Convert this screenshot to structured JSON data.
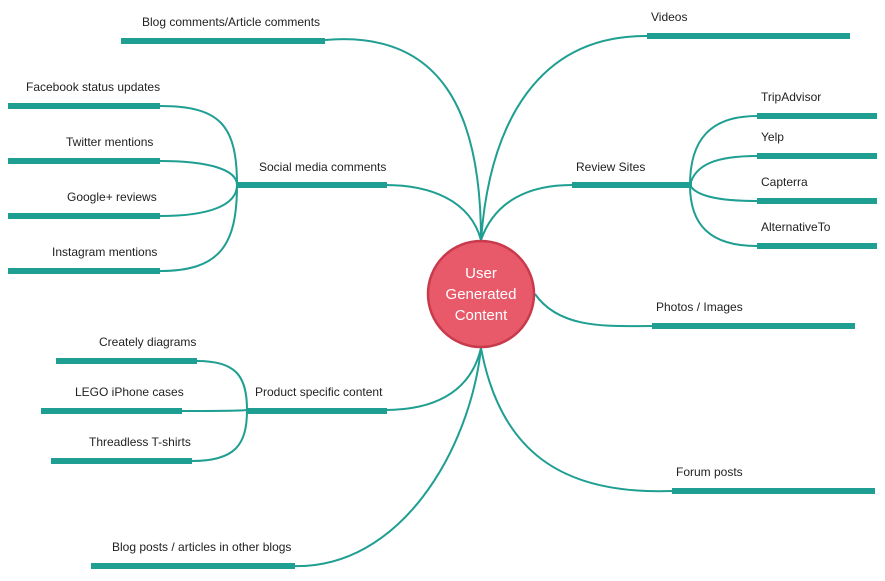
{
  "colors": {
    "branch": "#1f9e92",
    "center_fill": "#e8596a",
    "center_stroke": "#c83a4c",
    "center_text": "#ffffff",
    "label_text": "#222222"
  },
  "center": {
    "lines": [
      "User",
      "Generated",
      "Content"
    ]
  },
  "nodes": {
    "blog_comments": "Blog comments/Article comments",
    "social_media": "Social media comments",
    "facebook": "Facebook status updates",
    "twitter": "Twitter mentions",
    "google_plus": "Google+ reviews",
    "instagram": "Instagram mentions",
    "product_specific": "Product specific content",
    "creately": "Creately diagrams",
    "lego": "LEGO iPhone cases",
    "threadless": "Threadless T-shirts",
    "blog_posts": "Blog posts / articles in other blogs",
    "videos": "Videos",
    "review_sites": "Review Sites",
    "tripadvisor": "TripAdvisor",
    "yelp": "Yelp",
    "capterra": "Capterra",
    "alternativeto": "AlternativeTo",
    "photos": "Photos / Images",
    "forum": "Forum posts"
  }
}
